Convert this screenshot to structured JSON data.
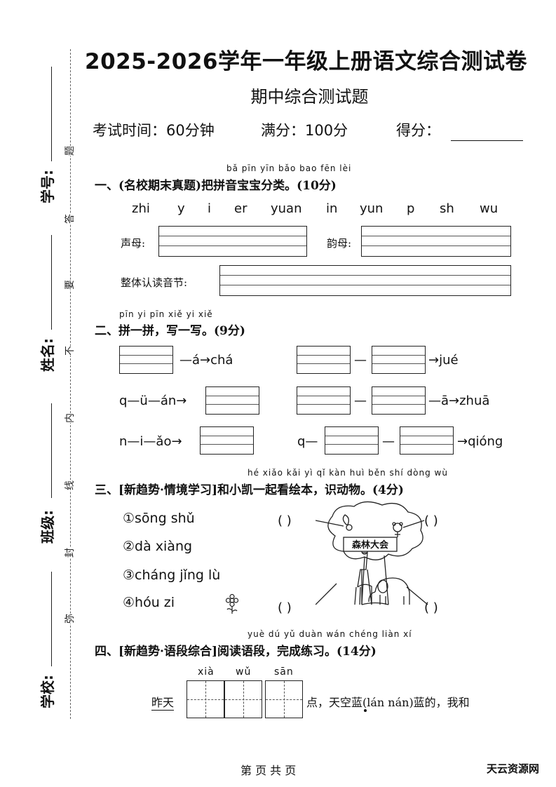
{
  "header": {
    "title": "2025-2026学年一年级上册语文综合测试卷",
    "subtitle": "期中综合测试题",
    "time": "考试时间：60分钟",
    "full_score": "满分：100分",
    "score": "得分："
  },
  "side": {
    "student_id": "学号:",
    "name": "姓名:",
    "class": "班级:",
    "school": "学校:",
    "seal_chars": [
      "题",
      "答",
      "要",
      "不",
      "内",
      "线",
      "封",
      "弥"
    ]
  },
  "q1": {
    "pinyin": "bǎ pīn yīn bǎo bao fēn lèi",
    "heading": "一、(名校期末真题)把拼音宝宝分类。(10分)",
    "sounds": [
      "zhi",
      "y",
      "i",
      "er",
      "yuan",
      "in",
      "yun",
      "p",
      "sh",
      "wu"
    ],
    "initials_label": "声母:",
    "finals_label": "韵母:",
    "whole_label": "整体认读音节:"
  },
  "q2": {
    "pinyin": "pīn yi pīn   xiě yi xiě",
    "heading": "二、拼一拼，写一写。(9分)",
    "r1_left": "—á→chá",
    "r1_right": "→jué",
    "r2_left": "q—ü—án→",
    "r2_right": "—ā→zhuā",
    "r3_left": "n—i—ǎo→",
    "r3_right_pre": "q—",
    "r3_right": "→qióng",
    "dash": "—"
  },
  "q3": {
    "pinyin": "hé xiǎo kǎi  yì  qǐ  kàn huì běn    shí dòng wù",
    "heading": "三、[新趋势·情境学习]和小凯一起看绘本，识动物。(4分)",
    "animals": [
      "①sōng shǔ",
      "②dà xiàng",
      "③cháng jǐng lù",
      "④hóu zi"
    ],
    "paren": "(      )",
    "sign": "森林大会"
  },
  "q4": {
    "pinyin": "yuè dú yǔ duàn    wán chéng liàn  xí",
    "heading": "四、[新趋势·语段综合]阅读语段，完成练习。(14分)",
    "grid_pinyin": [
      "xià",
      "wǔ",
      "sān"
    ],
    "lead": "昨天",
    "tail": "点，天空蓝(lán  nán)蓝的，我和"
  },
  "footer": {
    "page": "第 页 共 页",
    "watermark": "天云资源网"
  }
}
